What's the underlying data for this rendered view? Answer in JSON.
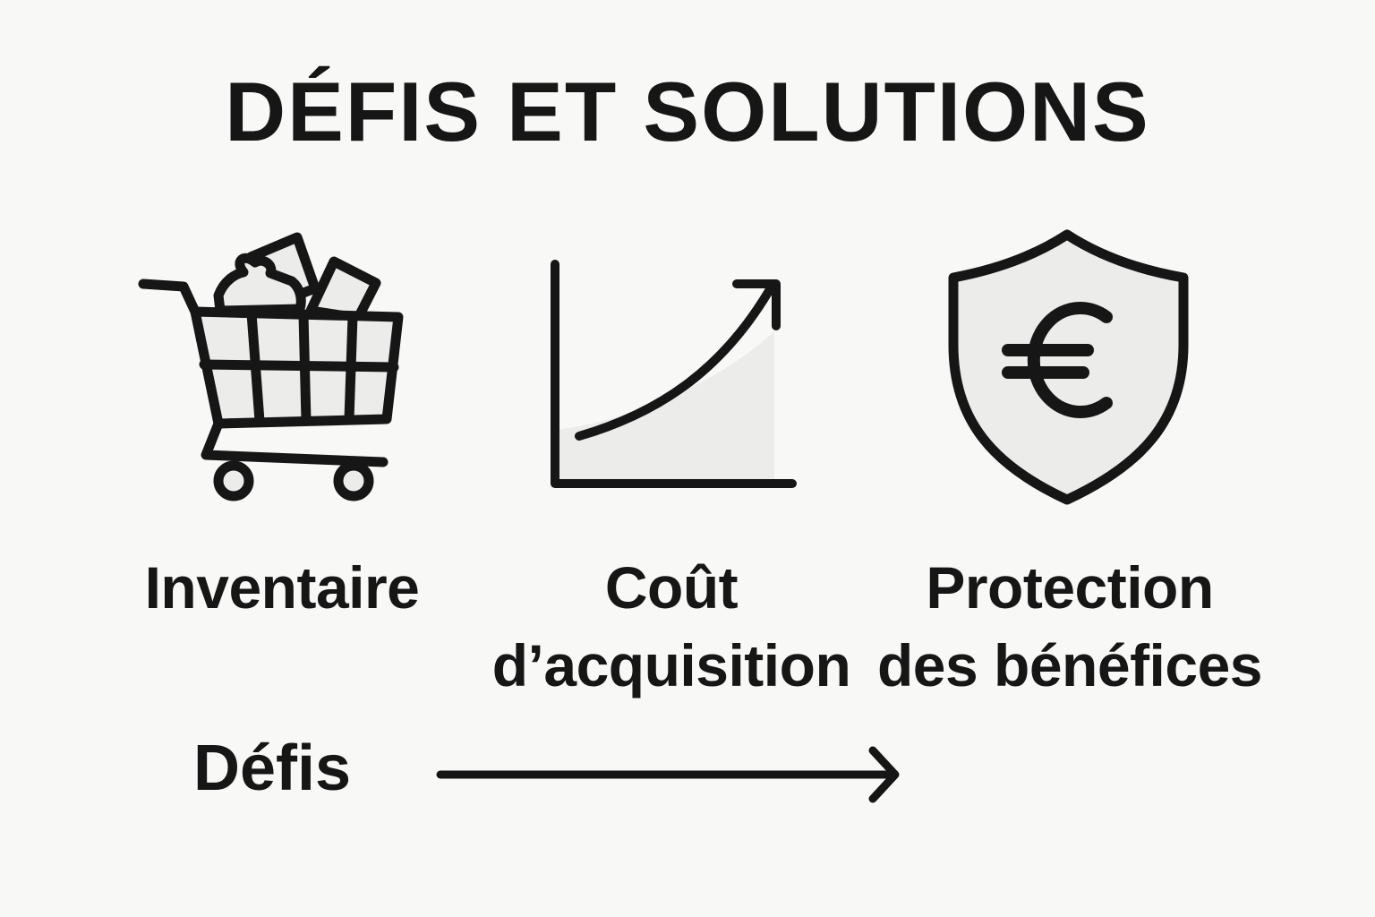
{
  "title": "DÉFIS ET SOLUTIONS",
  "items": [
    {
      "icon": "shopping-cart-icon",
      "label_lines": [
        "Inventaire"
      ]
    },
    {
      "icon": "rising-cost-chart-icon",
      "label_lines": [
        "Coût",
        "d’acquisition"
      ]
    },
    {
      "icon": "euro-shield-icon",
      "label_lines": [
        "Protection",
        "des bénéfices"
      ]
    }
  ],
  "flow": {
    "label": "Défis",
    "arrow": "right-arrow-icon"
  },
  "colors": {
    "background": "#f8f8f6",
    "stroke": "#161616",
    "fill": "#ececea"
  }
}
